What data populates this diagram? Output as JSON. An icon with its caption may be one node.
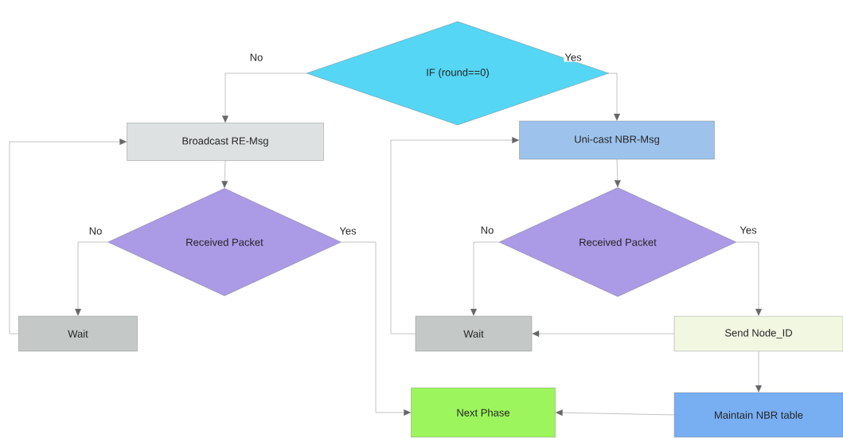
{
  "diagram": {
    "nodes": [
      {
        "text": [
          "IF (round==0)"
        ]
      },
      {
        "text": [
          "Broadcast RE-Msg"
        ]
      },
      {
        "text": [
          "Uni-cast NBR-Msg"
        ]
      },
      {
        "text": [
          "Received Packet"
        ]
      },
      {
        "text": [
          "Received Packet"
        ]
      },
      {
        "text": [
          "Wait"
        ]
      },
      {
        "text": [
          "Wait"
        ]
      },
      {
        "text": [
          "Send Node_ID"
        ]
      },
      {
        "text": [
          "Next Phase"
        ]
      },
      {
        "text": [
          "Maintain NBR table"
        ]
      }
    ],
    "edges": [
      {
        "from": 0,
        "to": 1,
        "arrow": "to",
        "label": "No"
      },
      {
        "from": 0,
        "to": 2,
        "arrow": "to",
        "label": "Yes"
      },
      {
        "from": 1,
        "to": 3,
        "arrow": "to"
      },
      {
        "from": 2,
        "to": 4,
        "arrow": "to"
      },
      {
        "from": 3,
        "to": 5,
        "arrow": "to",
        "label": "No"
      },
      {
        "from": 3,
        "to": 8,
        "arrow": "to",
        "label": "Yes"
      },
      {
        "from": 4,
        "to": 6,
        "arrow": "to",
        "label": "No"
      },
      {
        "from": 4,
        "to": 7,
        "arrow": "to",
        "label": "Yes"
      },
      {
        "from": 7,
        "to": 6,
        "arrow": "to"
      },
      {
        "from": 7,
        "to": 9,
        "arrow": "to"
      },
      {
        "from": 9,
        "to": 8,
        "arrow": "to"
      },
      {
        "from": 5,
        "to": 1,
        "arrow": "to"
      },
      {
        "from": 6,
        "to": 2,
        "arrow": "to"
      }
    ]
  }
}
